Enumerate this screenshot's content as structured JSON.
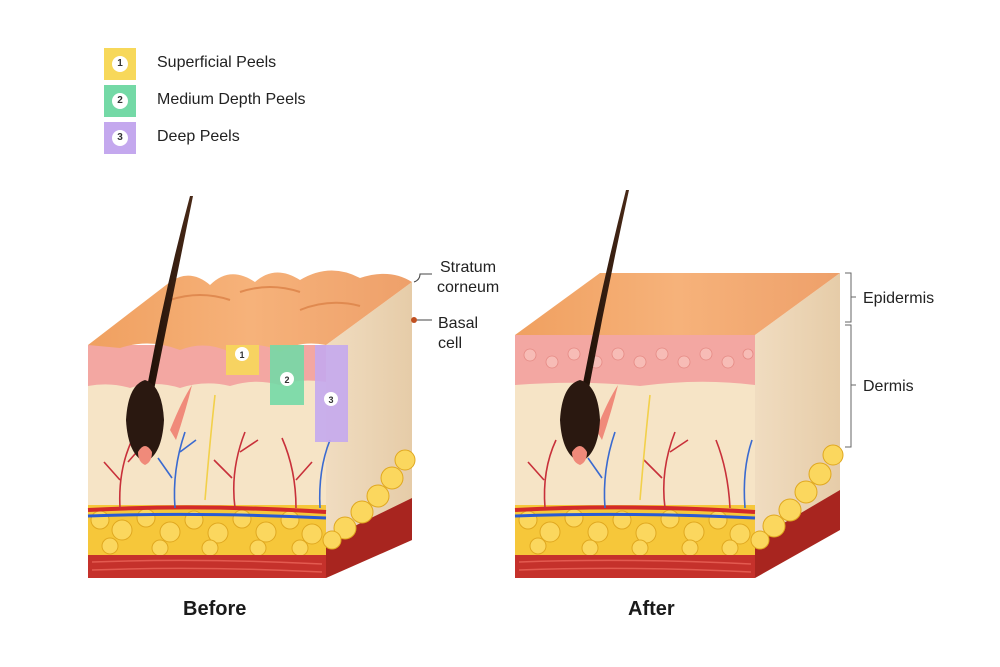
{
  "legend": {
    "items": [
      {
        "number": "1",
        "label": "Superficial Peels",
        "color": "#f7d85a"
      },
      {
        "number": "2",
        "label": "Medium Depth Peels",
        "color": "#74d9a6"
      },
      {
        "number": "3",
        "label": "Deep Peels",
        "color": "#c4a8ee"
      }
    ]
  },
  "diagram": {
    "before": {
      "caption": "Before",
      "labels": {
        "stratum_corneum_line1": "Stratum",
        "stratum_corneum_line2": "corneum",
        "basal_line1": "Basal",
        "basal_line2": "cell"
      }
    },
    "after": {
      "caption": "After",
      "labels": {
        "epidermis": "Epidermis",
        "dermis": "Dermis"
      }
    }
  },
  "colors": {
    "epidermis_top": "#f2a065",
    "epidermis_pink": "#f3a7a2",
    "dermis": "#f6e4c6",
    "fat": "#f6c73a",
    "muscle": "#c5312b",
    "hair": "#2a1810"
  }
}
